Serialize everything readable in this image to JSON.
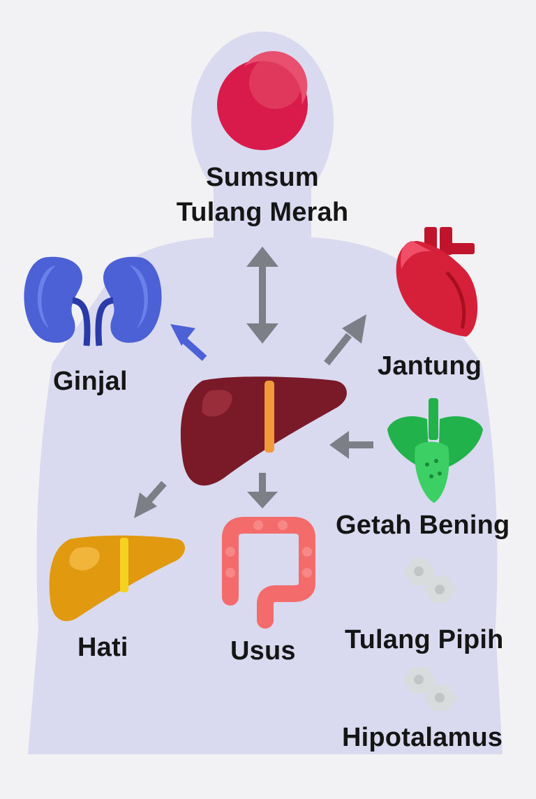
{
  "diagram": {
    "center_organ": {
      "icon": "liver-icon",
      "color": "#7a1a28"
    },
    "nodes": [
      {
        "key": "bone_marrow",
        "label_lines": [
          "Sumsum",
          "Tulang Merah"
        ],
        "icon": "red-bone-marrow-icon",
        "color": "#d81b4a",
        "arrow": "bidirectional"
      },
      {
        "key": "kidney",
        "label": "Ginjal",
        "icon": "kidney-icon",
        "color": "#4c61d6",
        "arrow": "outgoing"
      },
      {
        "key": "heart",
        "label": "Jantung",
        "icon": "heart-icon",
        "color": "#d61f38",
        "arrow": "outgoing"
      },
      {
        "key": "lymph",
        "label": "Getah Bening",
        "icon": "lymph-node-icon",
        "color": "#22b24c",
        "arrow": "incoming"
      },
      {
        "key": "liver",
        "label": "Hati",
        "icon": "liver-icon",
        "color": "#e19a10",
        "arrow": "outgoing"
      },
      {
        "key": "intestine",
        "label": "Usus",
        "icon": "intestine-icon",
        "color": "#f36b6b",
        "arrow": "outgoing"
      },
      {
        "key": "flat_bone",
        "label": "Tulang Pipih",
        "icon": "cell-cluster-icon",
        "color": "#d9dcdc",
        "arrow": "none"
      },
      {
        "key": "hypothalamus",
        "label": "Hipotalamus",
        "icon": "cell-cluster-icon",
        "color": "#d9dcdc",
        "arrow": "none"
      }
    ],
    "arrow_color": "#7d7f87",
    "silhouette_color": "#d9daf0"
  }
}
